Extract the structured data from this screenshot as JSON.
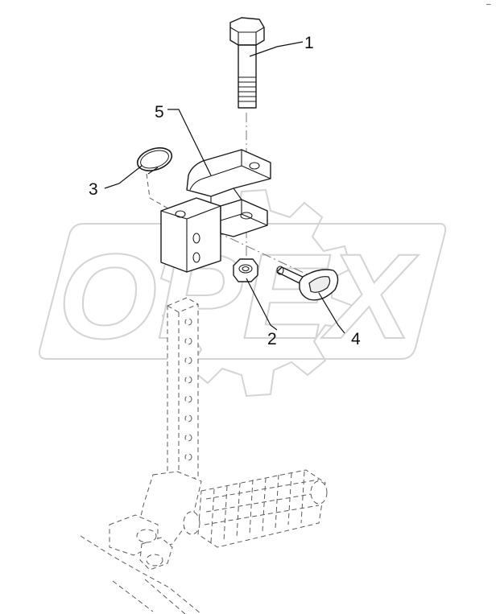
{
  "watermark": {
    "text": "OPEX"
  },
  "corner_mark": "–",
  "callouts": [
    {
      "id": "1",
      "label": "1"
    },
    {
      "id": "2",
      "label": "2"
    },
    {
      "id": "3",
      "label": "3"
    },
    {
      "id": "4",
      "label": "4"
    },
    {
      "id": "5",
      "label": "5"
    }
  ],
  "parts": [
    {
      "number": "1",
      "icon": "hex-bolt-icon"
    },
    {
      "number": "2",
      "icon": "hex-lock-nut-icon"
    },
    {
      "number": "3",
      "icon": "spring-ring-icon"
    },
    {
      "number": "4",
      "icon": "hitch-pin-icon"
    },
    {
      "number": "5",
      "icon": "bracket-icon"
    }
  ]
}
